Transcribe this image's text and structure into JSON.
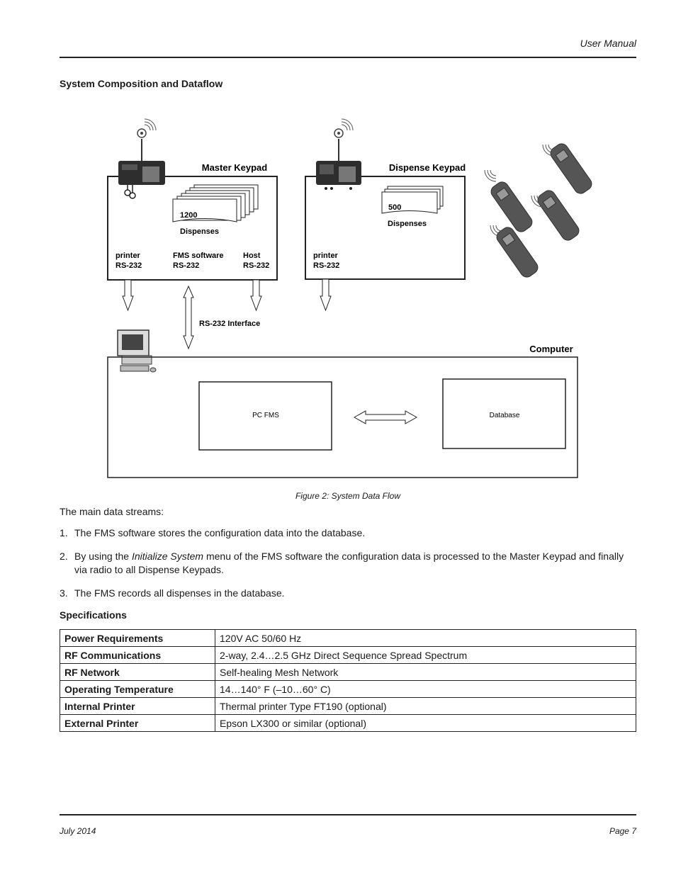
{
  "header": {
    "title": "User Manual"
  },
  "section": {
    "title": "System Composition and Dataflow"
  },
  "figure": {
    "master": {
      "title": "Master Keypad",
      "count": "1200",
      "count_label": "Dispenses",
      "ports": [
        {
          "name": "printer",
          "iface": "RS-232"
        },
        {
          "name": "FMS software",
          "iface": "RS-232"
        },
        {
          "name": "Host",
          "iface": "RS-232"
        }
      ]
    },
    "dispense": {
      "title": "Dispense Keypad",
      "count": "500",
      "count_label": "Dispenses",
      "ports": [
        {
          "name": "printer",
          "iface": "RS-232"
        }
      ]
    },
    "interface_label": "RS-232 Interface",
    "computer": {
      "title": "Computer",
      "pc_fms": "PC FMS",
      "database": "Database"
    },
    "caption": "Figure 2: System Data Flow"
  },
  "intro": "The main data streams:",
  "steps": [
    {
      "num": "1.",
      "parts": [
        {
          "t": "The FMS software stores the configuration data into the database."
        }
      ]
    },
    {
      "num": "2.",
      "parts": [
        {
          "t": "By using the "
        },
        {
          "t": "Initialize System",
          "i": true
        },
        {
          "t": " menu of the FMS software the configuration data is processed to the Master Keypad and finally via radio to all Dispense Keypads."
        }
      ]
    },
    {
      "num": "3.",
      "parts": [
        {
          "t": "The FMS records all dispenses in the database."
        }
      ]
    }
  ],
  "specs": {
    "title": "Specifications",
    "rows": [
      {
        "k": "Power Requirements",
        "v": "120V AC 50/60 Hz"
      },
      {
        "k": "RF Communications",
        "v": "2-way, 2.4…2.5 GHz Direct Sequence Spread Spectrum"
      },
      {
        "k": "RF Network",
        "v": "Self-healing Mesh Network"
      },
      {
        "k": "Operating Temperature",
        "v": "14…140° F (–10…60° C)"
      },
      {
        "k": "Internal Printer",
        "v": "Thermal printer Type FT190 (optional)"
      },
      {
        "k": "External Printer",
        "v": "Epson LX300 or similar (optional)"
      }
    ]
  },
  "footer": {
    "date": "July 2014",
    "page": "Page 7"
  }
}
